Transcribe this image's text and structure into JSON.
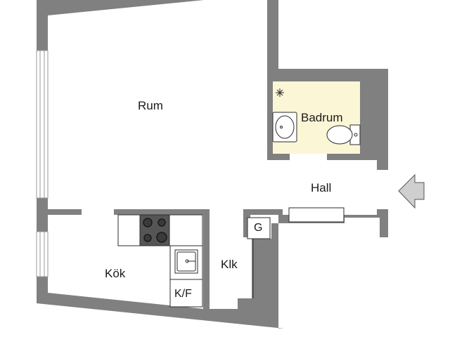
{
  "floorplan": {
    "rooms": {
      "rum": "Rum",
      "badrum": "Badrum",
      "hall": "Hall",
      "kok": "Kök",
      "klk": "Klk",
      "garderob": "G",
      "kyl_frys": "K/F"
    },
    "icons": [
      "shower-icon",
      "sink-icon",
      "toilet-icon",
      "stove-icon",
      "kitchen-sink-icon",
      "entrance-arrow-icon"
    ],
    "colors": {
      "wall": "#808080",
      "bathroom_floor": "#fbf6d6",
      "line": "#2b2b2b",
      "background": "#ffffff"
    }
  }
}
